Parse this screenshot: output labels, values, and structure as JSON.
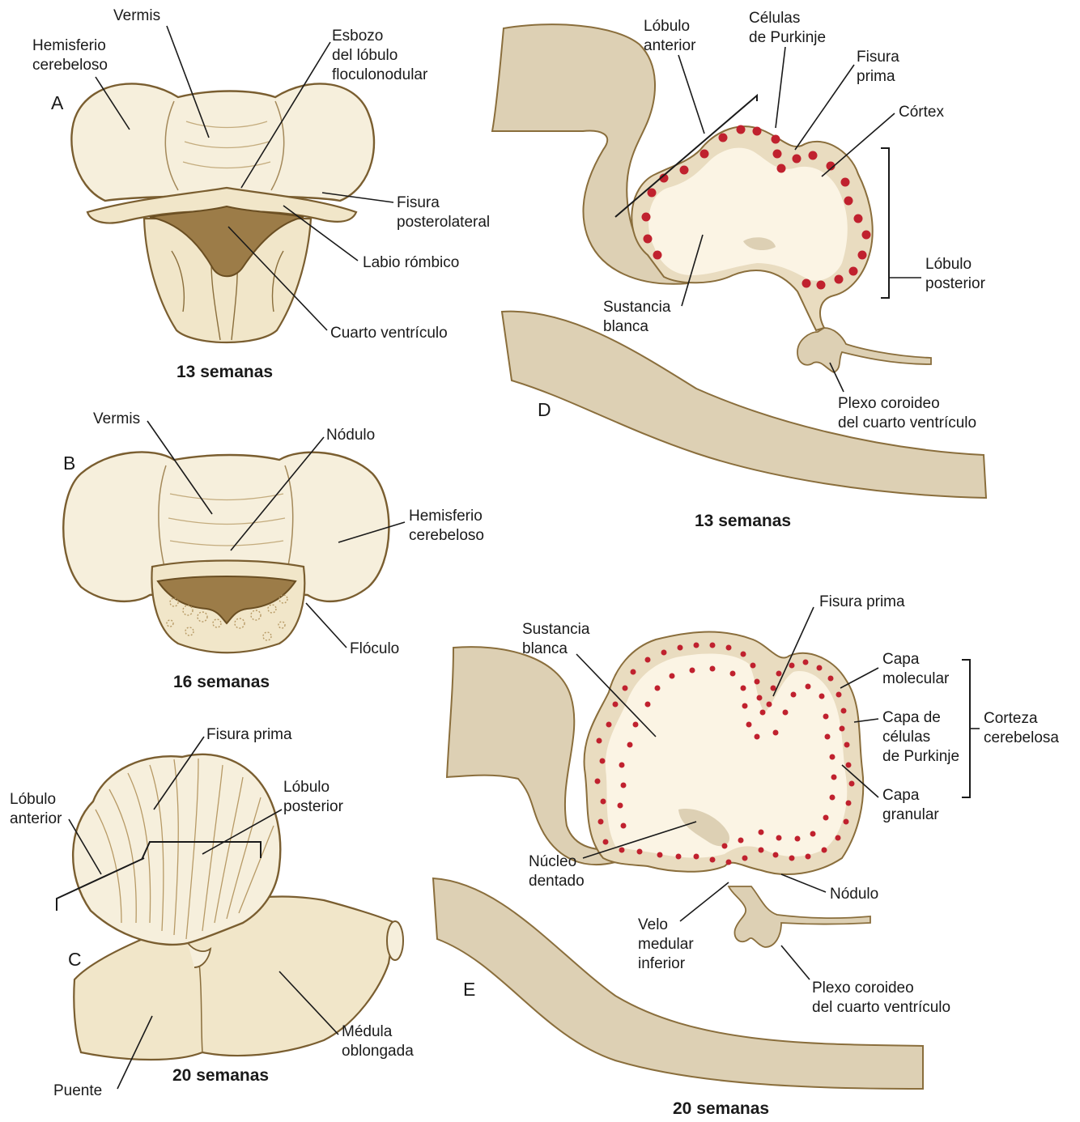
{
  "panels": {
    "A": {
      "letter": "A",
      "caption": "13 semanas",
      "labels": {
        "vermis": "Vermis",
        "hemisferio_1": "Hemisferio",
        "hemisferio_2": "cerebeloso",
        "esbozo_1": "Esbozo",
        "esbozo_2": "del lóbulo",
        "esbozo_3": "floculonodular",
        "fisura_1": "Fisura",
        "fisura_2": "posterolateral",
        "labio": "Labio rómbico",
        "cuarto": "Cuarto ventrículo"
      }
    },
    "B": {
      "letter": "B",
      "caption": "16 semanas",
      "labels": {
        "vermis": "Vermis",
        "nodulo": "Nódulo",
        "hemisferio_1": "Hemisferio",
        "hemisferio_2": "cerebeloso",
        "floculo": "Flóculo"
      }
    },
    "C": {
      "letter": "C",
      "caption": "20 semanas",
      "labels": {
        "fisura_prima": "Fisura prima",
        "lob_ant_1": "Lóbulo",
        "lob_ant_2": "anterior",
        "lob_post_1": "Lóbulo",
        "lob_post_2": "posterior",
        "medula_1": "Médula",
        "medula_2": "oblongada",
        "puente": "Puente"
      }
    },
    "D": {
      "letter": "D",
      "caption": "13 semanas",
      "labels": {
        "lob_ant_1": "Lóbulo",
        "lob_ant_2": "anterior",
        "purk_1": "Células",
        "purk_2": "de Purkinje",
        "fisura_1": "Fisura",
        "fisura_2": "prima",
        "cortex": "Córtex",
        "lob_post_1": "Lóbulo",
        "lob_post_2": "posterior",
        "sustancia_1": "Sustancia",
        "sustancia_2": "blanca",
        "plexo_1": "Plexo coroideo",
        "plexo_2": "del cuarto ventrículo"
      }
    },
    "E": {
      "letter": "E",
      "caption": "20 semanas",
      "labels": {
        "fisura_prima": "Fisura prima",
        "sustancia_1": "Sustancia",
        "sustancia_2": "blanca",
        "molecular_1": "Capa",
        "molecular_2": "molecular",
        "purk_1": "Capa de",
        "purk_2": "células",
        "purk_3": "de Purkinje",
        "granular_1": "Capa",
        "granular_2": "granular",
        "corteza_1": "Corteza",
        "corteza_2": "cerebelosa",
        "nucleo_1": "Núcleo",
        "nucleo_2": "dentado",
        "nodulo": "Nódulo",
        "velo_1": "Velo",
        "velo_2": "medular",
        "velo_3": "inferior",
        "plexo_1": "Plexo coroideo",
        "plexo_2": "del cuarto ventrículo"
      }
    }
  },
  "colors": {
    "tissue": "#ddd0b4",
    "tissue_outline": "#8a6e3c",
    "cerebellum": "#f6efdc",
    "white_matter": "#fbf4e4",
    "purkinje_dots": "#c0212e",
    "text": "#1a1a1a"
  }
}
